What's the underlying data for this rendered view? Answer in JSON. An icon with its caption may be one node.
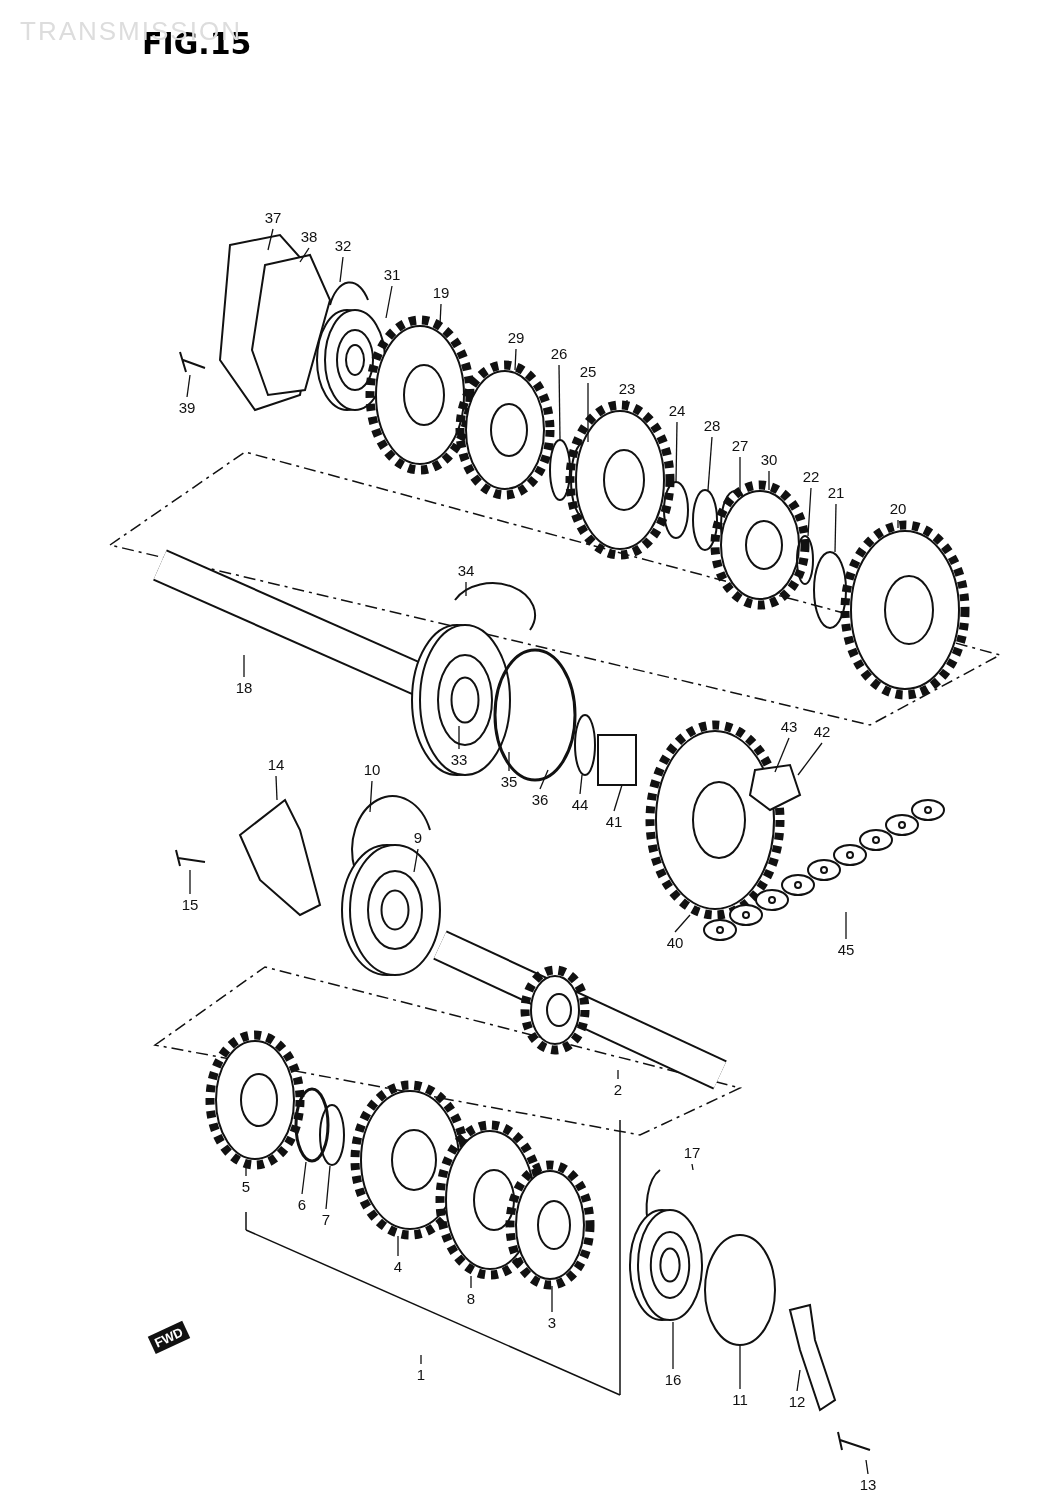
{
  "diagram": {
    "title": "FIG.15",
    "nodes": [
      {
        "text": [
          "37"
        ]
      },
      {
        "text": [
          "38"
        ]
      },
      {
        "text": [
          "32"
        ]
      },
      {
        "text": [
          "31"
        ]
      },
      {
        "text": [
          "19"
        ]
      },
      {
        "text": [
          "29"
        ]
      },
      {
        "text": [
          "26"
        ]
      },
      {
        "text": [
          "25"
        ]
      },
      {
        "text": [
          "23"
        ]
      },
      {
        "text": [
          "24"
        ]
      },
      {
        "text": [
          "28"
        ]
      },
      {
        "text": [
          "27"
        ]
      },
      {
        "text": [
          "30"
        ]
      },
      {
        "text": [
          "22"
        ]
      },
      {
        "text": [
          "21"
        ]
      },
      {
        "text": [
          "20"
        ]
      },
      {
        "text": [
          "39"
        ]
      },
      {
        "text": [
          "34"
        ]
      },
      {
        "text": [
          "18"
        ]
      },
      {
        "text": [
          "43"
        ]
      },
      {
        "text": [
          "42"
        ]
      },
      {
        "text": [
          "14"
        ]
      },
      {
        "text": [
          "10"
        ]
      },
      {
        "text": [
          "33"
        ]
      },
      {
        "text": [
          "35"
        ]
      },
      {
        "text": [
          "36"
        ]
      },
      {
        "text": [
          "44"
        ]
      },
      {
        "text": [
          "41"
        ]
      },
      {
        "text": [
          "9"
        ]
      },
      {
        "text": [
          "15"
        ]
      },
      {
        "text": [
          "40"
        ]
      },
      {
        "text": [
          "45"
        ]
      },
      {
        "text": [
          "2"
        ]
      },
      {
        "text": [
          "17"
        ]
      },
      {
        "text": [
          "5"
        ]
      },
      {
        "text": [
          "6"
        ]
      },
      {
        "text": [
          "7"
        ]
      },
      {
        "text": [
          "4"
        ]
      },
      {
        "text": [
          "8"
        ]
      },
      {
        "text": [
          "3"
        ]
      },
      {
        "text": [
          "1"
        ]
      },
      {
        "text": [
          "16"
        ]
      },
      {
        "text": [
          "11"
        ]
      },
      {
        "text": [
          "12"
        ]
      },
      {
        "text": [
          "13"
        ]
      }
    ],
    "edges": [
      {
        "from": 0,
        "to": null,
        "arrow": "none"
      },
      {
        "from": 1,
        "to": null,
        "arrow": "none"
      },
      {
        "from": 2,
        "to": null,
        "arrow": "none"
      },
      {
        "from": 3,
        "to": null,
        "arrow": "none"
      },
      {
        "from": 4,
        "to": null,
        "arrow": "none"
      },
      {
        "from": 5,
        "to": null,
        "arrow": "none"
      },
      {
        "from": 6,
        "to": null,
        "arrow": "none"
      },
      {
        "from": 7,
        "to": null,
        "arrow": "none"
      },
      {
        "from": 8,
        "to": null,
        "arrow": "none"
      },
      {
        "from": 9,
        "to": null,
        "arrow": "none"
      },
      {
        "from": 10,
        "to": null,
        "arrow": "none"
      },
      {
        "from": 11,
        "to": null,
        "arrow": "none"
      },
      {
        "from": 12,
        "to": null,
        "arrow": "none"
      },
      {
        "from": 13,
        "to": null,
        "arrow": "none"
      },
      {
        "from": 14,
        "to": null,
        "arrow": "none"
      },
      {
        "from": 15,
        "to": null,
        "arrow": "none"
      },
      {
        "from": 16,
        "to": null,
        "arrow": "none"
      },
      {
        "from": 17,
        "to": null,
        "arrow": "none"
      },
      {
        "from": 18,
        "to": null,
        "arrow": "none"
      },
      {
        "from": 19,
        "to": null,
        "arrow": "none"
      },
      {
        "from": 20,
        "to": null,
        "arrow": "none"
      },
      {
        "from": 21,
        "to": null,
        "arrow": "none"
      },
      {
        "from": 22,
        "to": null,
        "arrow": "none"
      },
      {
        "from": 23,
        "to": null,
        "arrow": "none"
      },
      {
        "from": 24,
        "to": null,
        "arrow": "none"
      },
      {
        "from": 25,
        "to": null,
        "arrow": "none"
      },
      {
        "from": 26,
        "to": null,
        "arrow": "none"
      },
      {
        "from": 27,
        "to": null,
        "arrow": "none"
      },
      {
        "from": 28,
        "to": null,
        "arrow": "none"
      },
      {
        "from": 29,
        "to": null,
        "arrow": "none"
      },
      {
        "from": 30,
        "to": null,
        "arrow": "none"
      },
      {
        "from": 31,
        "to": null,
        "arrow": "none"
      },
      {
        "from": 32,
        "to": null,
        "arrow": "none"
      },
      {
        "from": 33,
        "to": null,
        "arrow": "none"
      },
      {
        "from": 34,
        "to": null,
        "arrow": "none"
      },
      {
        "from": 35,
        "to": null,
        "arrow": "none"
      },
      {
        "from": 36,
        "to": null,
        "arrow": "none"
      },
      {
        "from": 37,
        "to": null,
        "arrow": "none"
      },
      {
        "from": 38,
        "to": null,
        "arrow": "none"
      },
      {
        "from": 39,
        "to": null,
        "arrow": "none"
      },
      {
        "from": 40,
        "to": null,
        "arrow": "none"
      },
      {
        "from": 41,
        "to": null,
        "arrow": "none"
      },
      {
        "from": 42,
        "to": null,
        "arrow": "none"
      },
      {
        "from": 43,
        "to": null,
        "arrow": "none"
      },
      {
        "from": 44,
        "to": null,
        "arrow": "none"
      }
    ],
    "labels": [
      "TRANSMISSION",
      "FWD"
    ]
  }
}
